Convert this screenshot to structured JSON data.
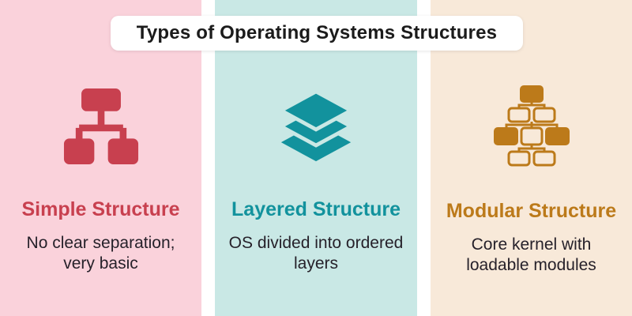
{
  "title": "Types of Operating Systems Structures",
  "colors": {
    "page_background": "#ffffff",
    "simple_panel_bg": "#fad2db",
    "layered_panel_bg": "#c9e8e5",
    "modular_panel_bg": "#f8e9d9",
    "simple_accent": "#c8404f",
    "layered_accent": "#12929d",
    "modular_accent": "#bc7a1a",
    "title_text": "#1b1b1b",
    "body_text": "#26212a"
  },
  "panels": [
    {
      "id": "simple",
      "icon": "sitemap-icon",
      "heading": "Simple Structure",
      "desc_lines": [
        "No clear separation;",
        "very basic"
      ]
    },
    {
      "id": "layered",
      "icon": "layers-icon",
      "heading": "Layered Structure",
      "desc_lines": [
        "OS divided into ordered",
        "layers"
      ]
    },
    {
      "id": "modular",
      "icon": "modules-icon",
      "heading": "Modular Structure",
      "desc_lines": [
        "Core kernel with",
        "loadable modules"
      ]
    }
  ]
}
